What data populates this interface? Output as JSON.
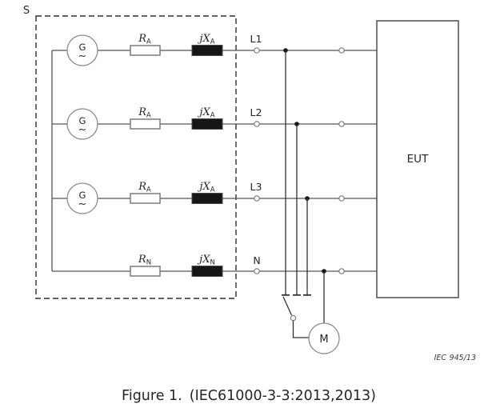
{
  "colors": {
    "background": "#ffffff",
    "wire": "#545454",
    "component_dark_fill": "#161616",
    "text": "#262626"
  },
  "schematic": {
    "source_box_label": "S",
    "generator_symbol": "G",
    "generator_wave_symbol": "∼",
    "rows": [
      {
        "line_label": "L1",
        "resistor_base": "R",
        "resistor_sub": "A",
        "reactance_base": "jX",
        "reactance_sub": "A"
      },
      {
        "line_label": "L2",
        "resistor_base": "R",
        "resistor_sub": "A",
        "reactance_base": "jX",
        "reactance_sub": "A"
      },
      {
        "line_label": "L3",
        "resistor_base": "R",
        "resistor_sub": "A",
        "reactance_base": "jX",
        "reactance_sub": "A"
      },
      {
        "line_label": "N",
        "resistor_base": "R",
        "resistor_sub": "N",
        "reactance_base": "jX",
        "reactance_sub": "N"
      }
    ],
    "eut_label": "EUT",
    "meter_label": "M",
    "iec_reference": {
      "org": "IEC",
      "number": "945/13"
    }
  },
  "caption": {
    "figure_label": "Figure 1.",
    "standard_reference": "(IEC61000-3-3:2013,2013)"
  }
}
